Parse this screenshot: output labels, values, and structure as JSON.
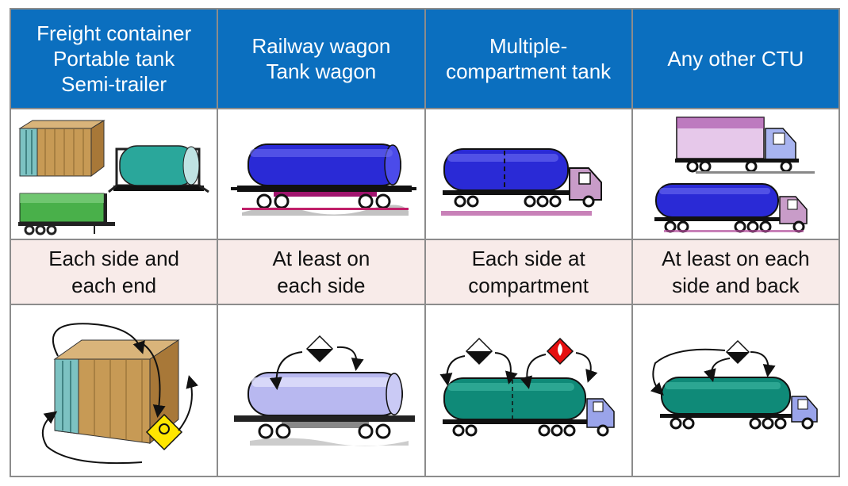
{
  "headers": [
    [
      "Freight container",
      "Portable tank",
      "Semi-trailer"
    ],
    [
      "Railway wagon",
      "Tank wagon"
    ],
    [
      "Multiple-",
      "compartment tank"
    ],
    [
      "Any other CTU"
    ]
  ],
  "placement": [
    [
      "Each side and",
      "each end"
    ],
    [
      "At least on",
      "each side"
    ],
    [
      "Each side at",
      "compartment"
    ],
    [
      "At least on each",
      "side and back"
    ]
  ],
  "colors": {
    "header_bg": "#0b6fbf",
    "text_row_bg": "#f8ebe9",
    "tank_blue": "#2a2ad6",
    "tank_teal": "#0f8a78",
    "container_tan": "#c79a55",
    "placard_yellow": "#ffe600",
    "placard_red": "#e51010"
  },
  "icons": [
    "container-icon",
    "portable-tank-icon",
    "semi-trailer-icon",
    "rail-tank-wagon-icon",
    "tank-truck-icon",
    "box-truck-icon",
    "placard-icon",
    "arrow-icon"
  ]
}
